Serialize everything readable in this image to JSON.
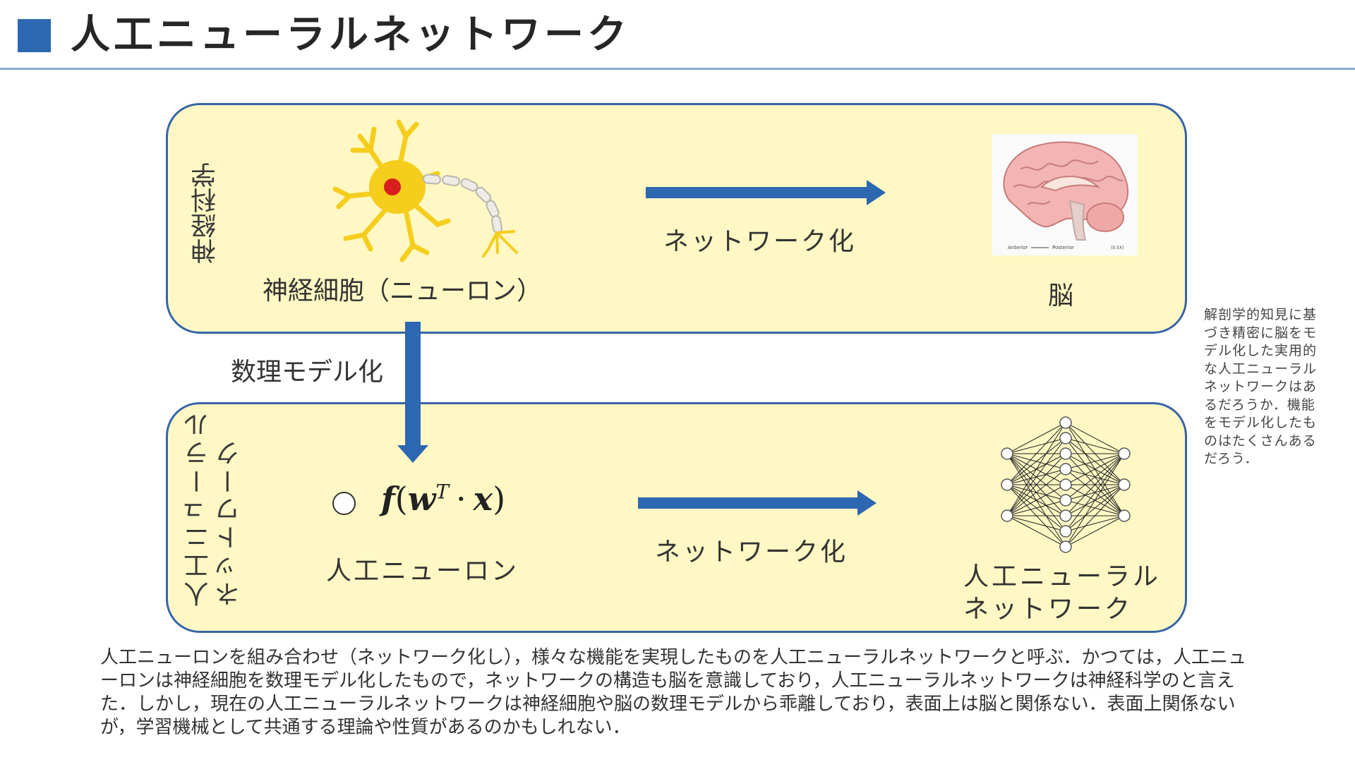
{
  "title": "人工ニューラルネットワーク",
  "top_panel": {
    "side_label": "神経科学",
    "neuron_caption": "神経細胞（ニューロン）",
    "network_label": "ネットワーク化",
    "brain_caption": "脳",
    "brain_image_labels": {
      "anterior": "Anterior",
      "posterior": "Posterior",
      "scale": "(0.5X)"
    }
  },
  "math_label": "数理モデル化",
  "bottom_panel": {
    "side_label_line1": "人工ニューラル",
    "side_label_line2": "ネットワーク",
    "formula": "f(wT · x)",
    "formula_parts": {
      "f": "f",
      "open": "(",
      "w": "w",
      "sup": "T",
      "dot": "·",
      "x": "x",
      "close": ")"
    },
    "neuron_caption": "人工ニューロン",
    "network_label": "ネットワーク化",
    "ann_caption_line1": "人工ニューラル",
    "ann_caption_line2": "ネットワーク"
  },
  "side_note": "解剖学的知見に基づき精密に脳をモデル化した実用的な人工ニューラルネットワークはあるだろうか．機能をモデル化したものはたくさんあるだろう．",
  "body_text": "人工ニューロンを組み合わせ（ネットワーク化し），様々な機能を実現したものを人工ニューラルネットワークと呼ぶ．かつては，人工ニューロンは神経細胞を数理モデル化したもので，ネットワークの構造も脳を意識しており，人工ニューラルネットワークは神経科学のと言えた．しかし，現在の人工ニューラルネットワークは神経細胞や脳の数理モデルから乖離しており，表面上は脳と関係ない．表面上関係ないが，学習機械として共通する理論や性質があるのかもしれない．",
  "colors": {
    "accent": "#2e67b1",
    "rule": "#8aa9d6",
    "panel_fill": "#fff8c4",
    "panel_border": "#3565a8",
    "arrow": "#2e67b1",
    "neuron_body": "#f5cd1c",
    "nucleus": "#d81e1e"
  },
  "network": {
    "layer_sizes": [
      3,
      9,
      3
    ]
  }
}
